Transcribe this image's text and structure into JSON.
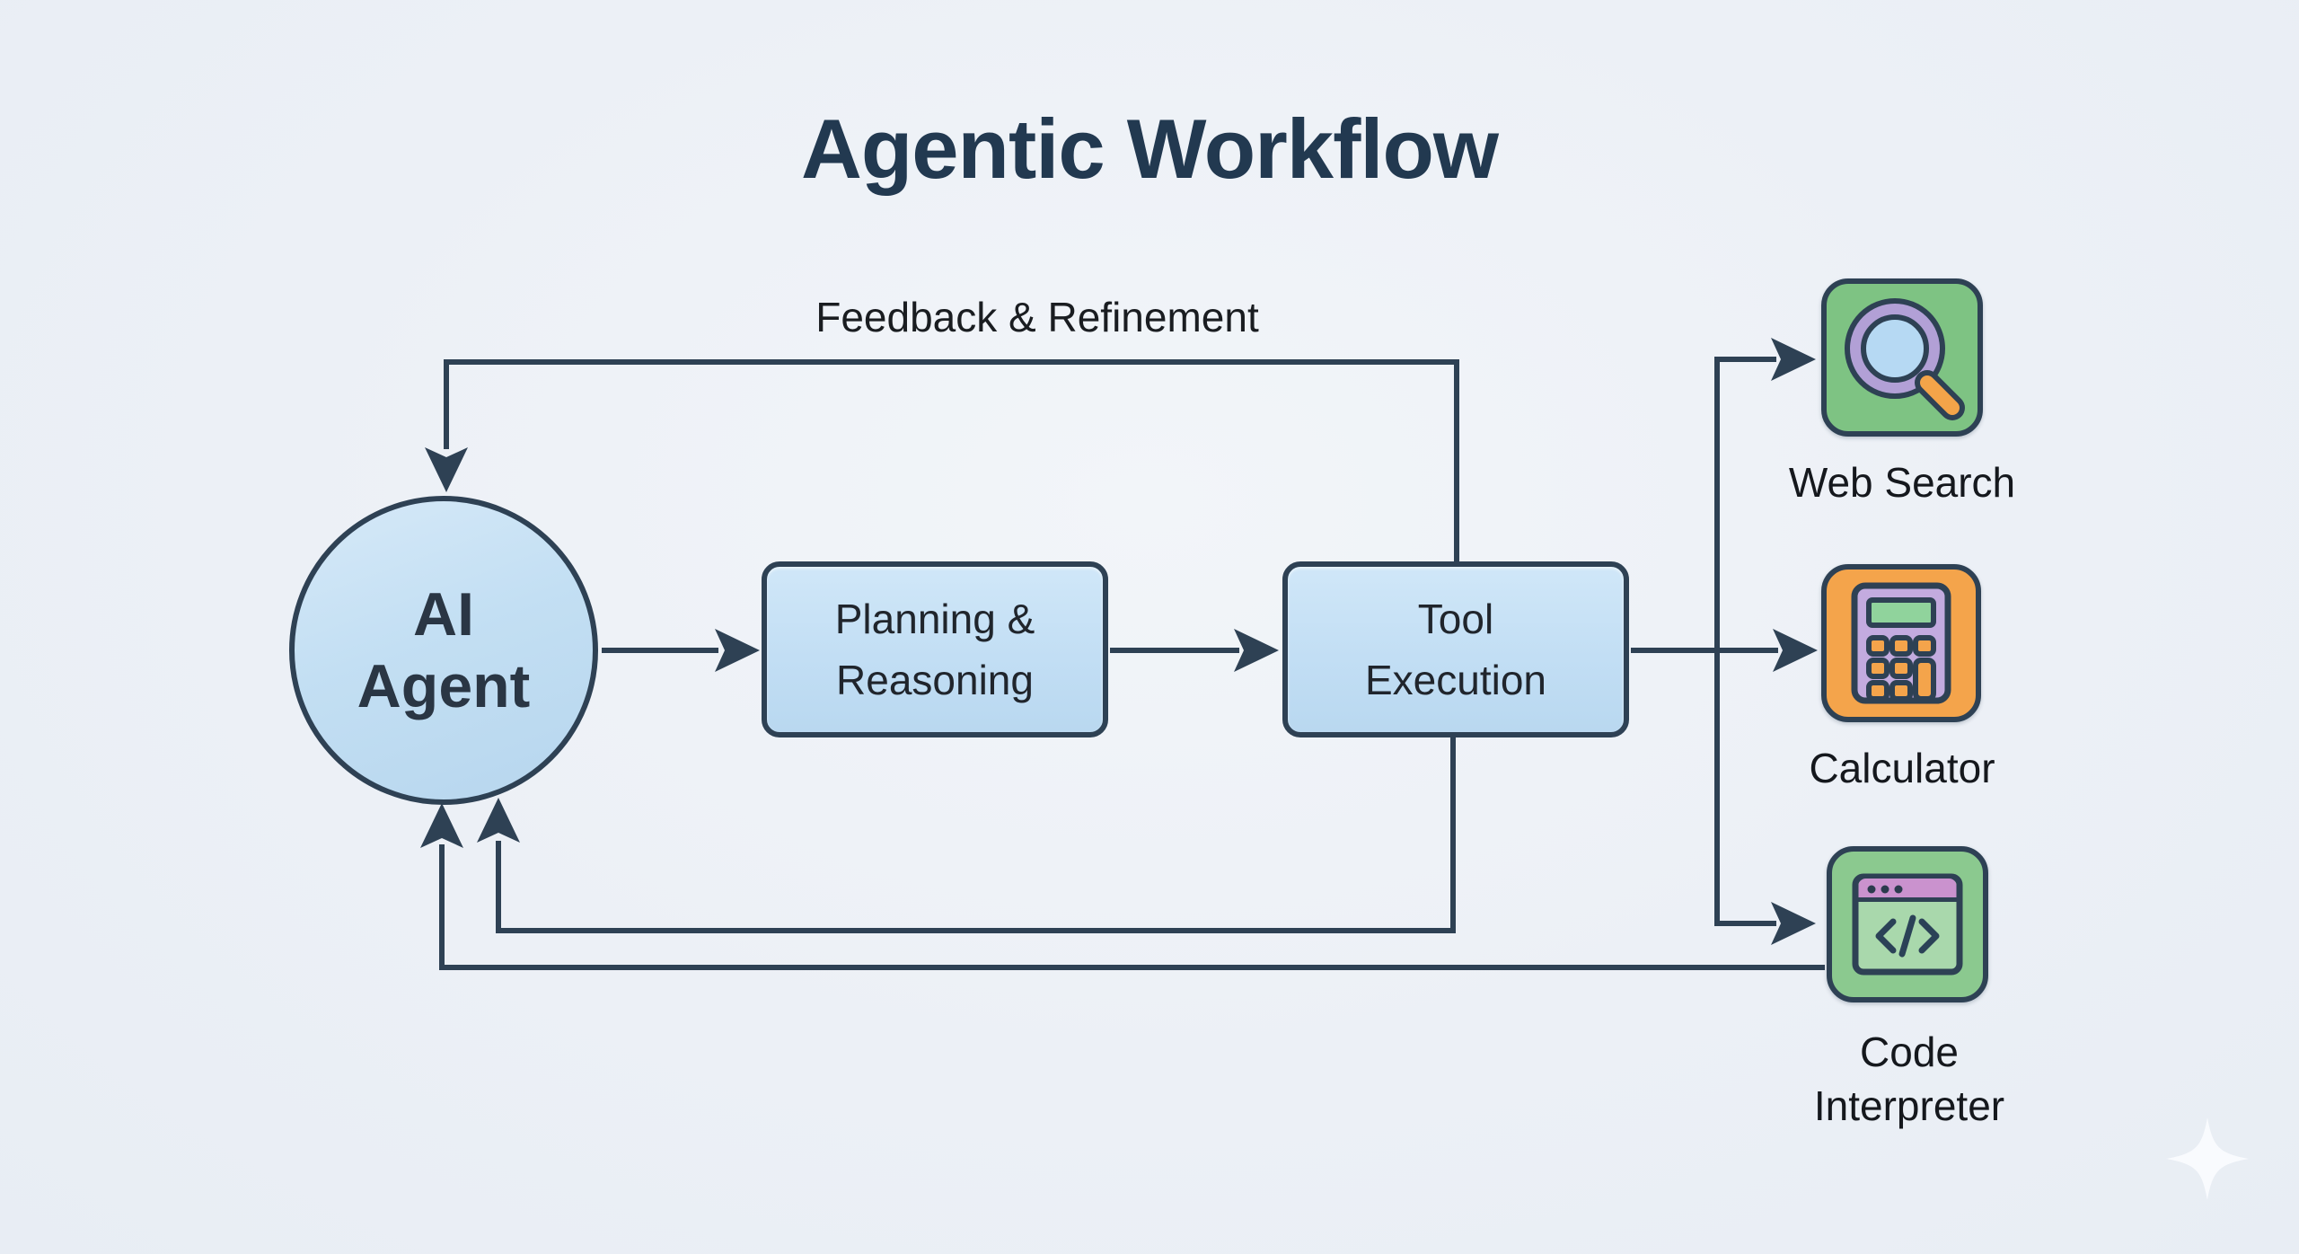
{
  "title": "Agentic Workflow",
  "feedback_label": "Feedback & Refinement",
  "nodes": {
    "agent": {
      "line1": "AI",
      "line2": "Agent"
    },
    "planning": {
      "line1": "Planning &",
      "line2": "Reasoning"
    },
    "tool_execution": {
      "line1": "Tool",
      "line2": "Execution"
    }
  },
  "tools": [
    {
      "label": "Web Search",
      "icon": "magnifier-search-icon"
    },
    {
      "label": "Calculator",
      "icon": "calculator-icon"
    },
    {
      "label": "Code Interpreter",
      "icon": "code-window-icon"
    }
  ],
  "colors": {
    "background": "#edf1f6",
    "connector_line": "#2e4154",
    "node_fill_blue": "#c3dff3",
    "node_border": "#2e4154",
    "web_search_bg": "#7ec383",
    "calculator_bg": "#f4a44b",
    "code_interpreter_bg": "#8bc98f",
    "magnifier_ring": "#b2a0d6",
    "magnifier_lens": "#b6d9f3",
    "magnifier_handle": "#f3a449",
    "calculator_body": "#c3abdf",
    "calculator_screen": "#90d39c",
    "code_titlebar": "#ca92ce",
    "code_window_body": "#a9d8ac"
  }
}
